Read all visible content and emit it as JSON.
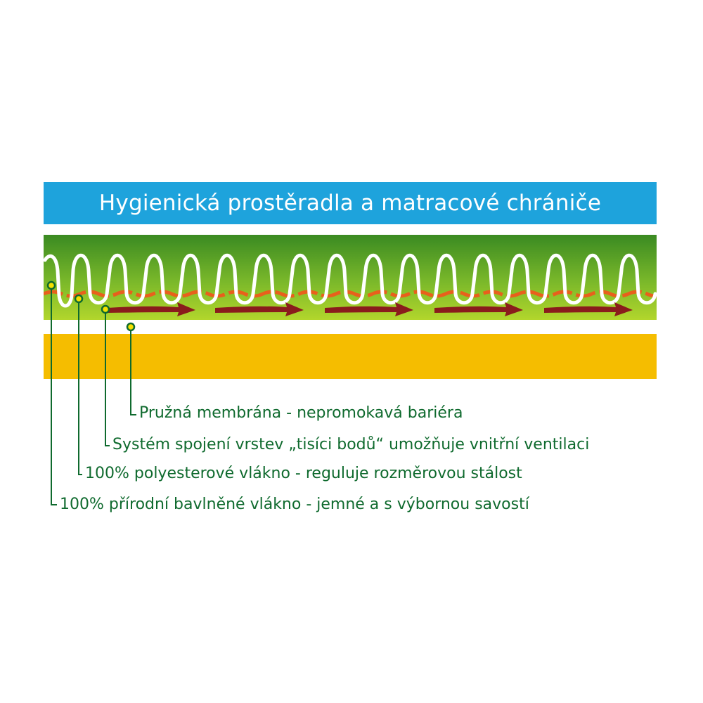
{
  "title": "Hygienická prostěradla a matracové chrániče",
  "colors": {
    "title_bg": "#1ea3dc",
    "green_dark": "#3a8a22",
    "green_light": "#a6cf2a",
    "yellow_layer": "#f5bd00",
    "white_fiber": "#ffffff",
    "orange_fiber": "#e8601c",
    "arrow_red": "#8a1c1c",
    "label_green": "#0f6a2e"
  },
  "layers": [
    {
      "label": "Pružná membrána - nepromokavá bariéra"
    },
    {
      "label": "Systém spojení vrstev  „tisíci bodů“ umožňuje vnitřní ventilaci"
    },
    {
      "label": "100% polyesterové vlákno - reguluje rozměrovou stálost"
    },
    {
      "label": "100% přírodní bavlněné vlákno - jemné a s výbornou savostí"
    }
  ]
}
